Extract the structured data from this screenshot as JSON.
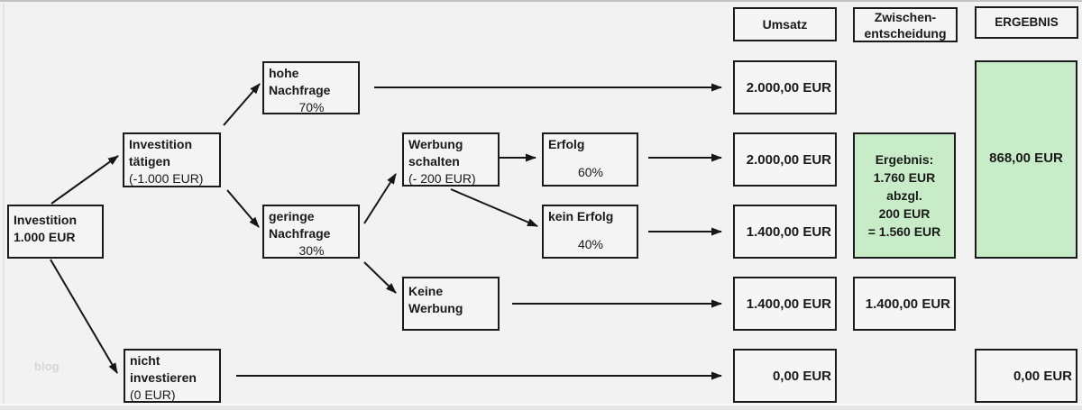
{
  "diagram": {
    "watermark": "blog",
    "columns": {
      "umsatz": {
        "header": "Umsatz"
      },
      "zwischenentscheidung": {
        "header_line1": "Zwischen-",
        "header_line2": "entscheidung"
      },
      "ergebnis": {
        "header": "ERGEBNIS"
      }
    },
    "nodes": {
      "start": {
        "line1": "Investition",
        "line2": "1.000 EUR"
      },
      "invest": {
        "line1": "Investition",
        "line2": "tätigen",
        "line3": "(-1.000 EUR)"
      },
      "hohe_nachfrage": {
        "line1": "hohe",
        "line2": "Nachfrage",
        "pct": "70%"
      },
      "geringe_nachfrage": {
        "line1": "geringe",
        "line2": "Nachfrage",
        "pct": "30%"
      },
      "werbung_schalten": {
        "line1": "Werbung",
        "line2": "schalten",
        "line3": "(- 200 EUR)"
      },
      "erfolg": {
        "line1": "Erfolg",
        "pct": "60%"
      },
      "kein_erfolg": {
        "line1": "kein Erfolg",
        "pct": "40%"
      },
      "keine_werbung": {
        "line1": "Keine",
        "line2": "Werbung"
      },
      "nicht_investieren": {
        "line1": "nicht",
        "line2": "investieren",
        "line3": "(0 EUR)"
      }
    },
    "umsatz_values": [
      "2.000,00 EUR",
      "2.000,00 EUR",
      "1.400,00 EUR",
      "1.400,00 EUR",
      "0,00 EUR"
    ],
    "zwischen_green": {
      "l1": "Ergebnis:",
      "l2": "1.760 EUR",
      "l3": "abzgl.",
      "l4": "200 EUR",
      "l5": "= 1.560 EUR"
    },
    "zwischen_value": "1.400,00 EUR",
    "ergebnis_green": "868,00 EUR",
    "ergebnis_value": "0,00 EUR",
    "colors": {
      "green": "#c9ecc8",
      "border": "#1a1a1a",
      "background": "#f2f2f2"
    }
  }
}
